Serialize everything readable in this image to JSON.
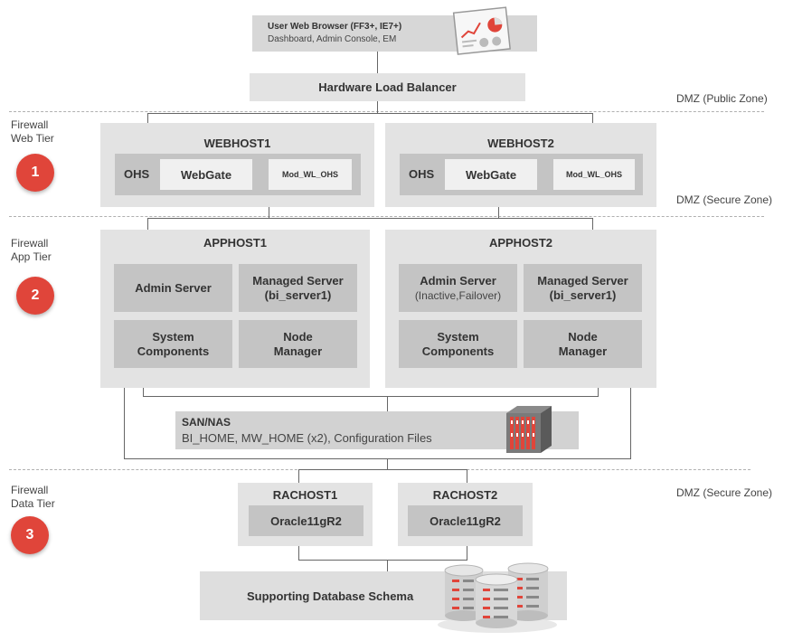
{
  "browser": {
    "title": "User Web Browser (FF3+, IE7+)",
    "subtitle": "Dashboard, Admin Console, EM"
  },
  "load_balancer": "Hardware Load Balancer",
  "zones": {
    "public": "DMZ (Public Zone)",
    "secure1": "DMZ (Secure Zone)",
    "secure2": "DMZ (Secure Zone)"
  },
  "tiers": [
    {
      "firewall": "Firewall",
      "name": "Web Tier",
      "number": "1"
    },
    {
      "firewall": "Firewall",
      "name": "App Tier",
      "number": "2"
    },
    {
      "firewall": "Firewall",
      "name": "Data Tier",
      "number": "3"
    }
  ],
  "webhosts": [
    {
      "name": "WEBHOST1",
      "ohs": "OHS",
      "webgate": "WebGate",
      "mod": "Mod_WL_OHS"
    },
    {
      "name": "WEBHOST2",
      "ohs": "OHS",
      "webgate": "WebGate",
      "mod": "Mod_WL_OHS"
    }
  ],
  "apphosts": [
    {
      "name": "APPHOST1",
      "admin": "Admin Server",
      "admin_note": "",
      "managed": "Managed Server",
      "managed_note": "(bi_server1)",
      "sys1": "System",
      "sys2": "Components",
      "node1": "Node",
      "node2": "Manager"
    },
    {
      "name": "APPHOST2",
      "admin": "Admin Server",
      "admin_note": "(Inactive,Failover)",
      "managed": "Managed Server",
      "managed_note": "(bi_server1)",
      "sys1": "System",
      "sys2": "Components",
      "node1": "Node",
      "node2": "Manager"
    }
  ],
  "storage": {
    "title": "SAN/NAS",
    "detail": "BI_HOME, MW_HOME (x2), Configuration Files"
  },
  "rachosts": [
    {
      "name": "RACHOST1",
      "db": "Oracle11gR2"
    },
    {
      "name": "RACHOST2",
      "db": "Oracle11gR2"
    }
  ],
  "schema": "Supporting Database Schema",
  "icons": {
    "browser": "dashboard-screen-icon",
    "storage": "storage-rack-icon",
    "database": "database-cylinders-icon"
  },
  "colors": {
    "accent": "#e0453a",
    "box_light": "#e3e3e3",
    "box_mid": "#c4c4c4"
  }
}
